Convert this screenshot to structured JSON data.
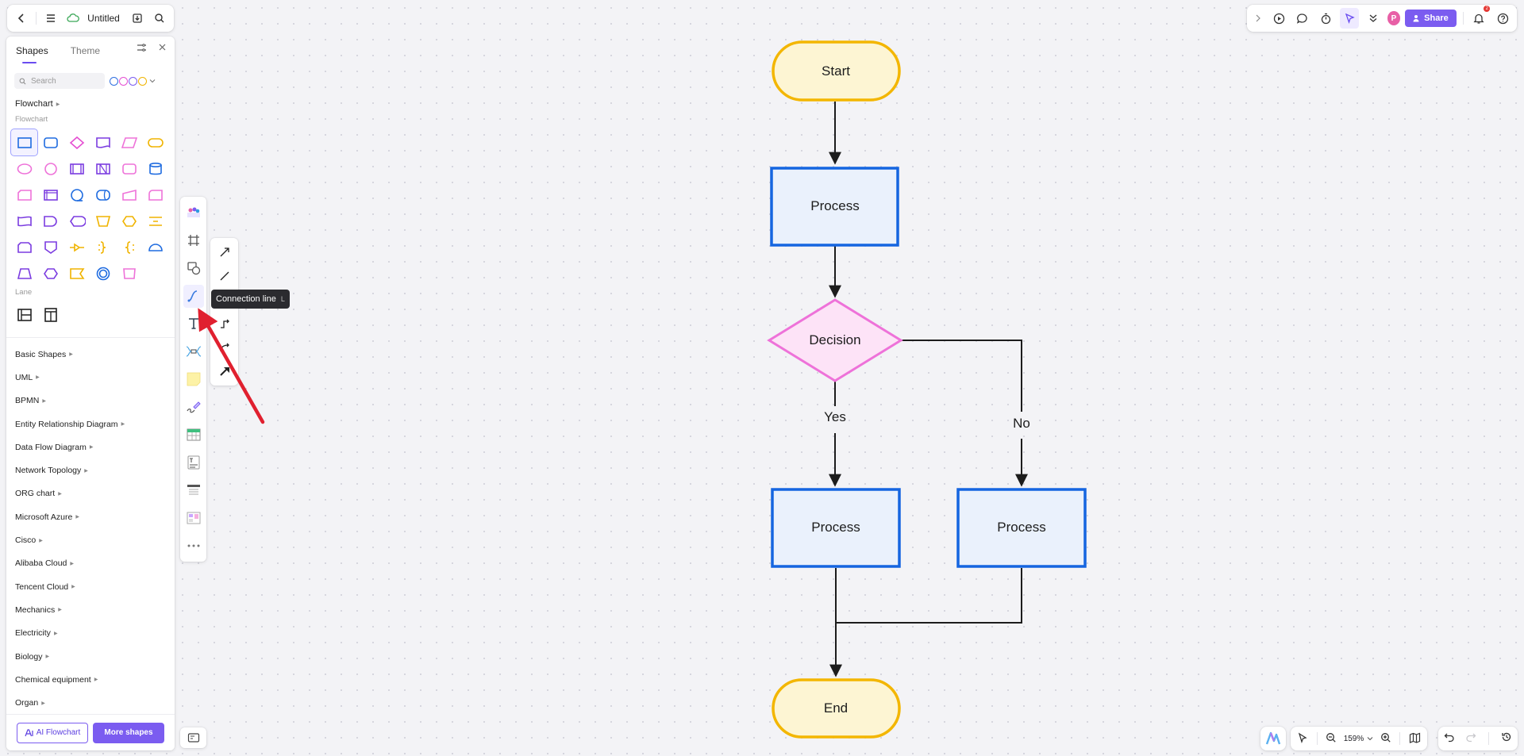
{
  "header": {
    "doc_title": "Untitled",
    "icons": [
      "back-icon",
      "menu-icon",
      "cloud-sync-icon",
      "download-icon",
      "search-icon"
    ]
  },
  "top_right": {
    "icons": [
      "expand-icon",
      "play-icon",
      "comment-icon",
      "timer-icon",
      "cursor-follow-icon",
      "collapse-icon",
      "bell-icon",
      "help-icon"
    ],
    "avatar_initial": "P",
    "share_label": "Share",
    "notification_count": "2"
  },
  "panel": {
    "tabs": [
      {
        "label": "Shapes",
        "active": true
      },
      {
        "label": "Theme",
        "active": false
      }
    ],
    "search_placeholder": "Search",
    "color_dots": [
      "#2f6fe0",
      "#e54fd2",
      "#7b5cf0",
      "#f0b400"
    ],
    "section_title": "Flowchart",
    "flowchart_subheading": "Flowchart",
    "lane_subheading": "Lane",
    "libraries": [
      "Basic Shapes",
      "UML",
      "BPMN",
      "Entity Relationship Diagram",
      "Data Flow Diagram",
      "Network Topology",
      "ORG chart",
      "Microsoft Azure",
      "Cisco",
      "Alibaba Cloud",
      "Tencent Cloud",
      "Mechanics",
      "Electricity",
      "Biology",
      "Chemical equipment",
      "Organ"
    ],
    "ai_flowchart_label": "AI Flowchart",
    "more_shapes_label": "More shapes"
  },
  "toolbar": {
    "tooltip_label": "Connection line",
    "tooltip_shortcut": "L",
    "tools": [
      "template-icon",
      "frame-icon",
      "shape-icon",
      "connection-line-icon",
      "text-icon",
      "mind-map-icon",
      "sticky-note-icon",
      "pen-icon",
      "table-icon",
      "text-block-icon",
      "list-icon",
      "kanban-icon",
      "more-icon"
    ],
    "line_styles": [
      "arrow-line-icon",
      "straight-line-icon",
      "elbow-line-icon",
      "curved-arrow-icon",
      "bold-arrow-icon"
    ]
  },
  "zoom": {
    "level": "159%"
  },
  "diagram": {
    "nodes": {
      "start": "Start",
      "process_top": "Process",
      "decision": "Decision",
      "process_yes": "Process",
      "process_no": "Process",
      "end": "End"
    },
    "edges": {
      "yes_label": "Yes",
      "no_label": "No"
    },
    "colors": {
      "terminal_fill": "#fdf5d3",
      "terminal_stroke": "#f3b600",
      "process_fill": "#eaf1fc",
      "process_stroke": "#1565e0",
      "decision_fill": "#fde3f7",
      "decision_stroke": "#ee72d9",
      "arrow_annotation": "#e0202f"
    }
  }
}
